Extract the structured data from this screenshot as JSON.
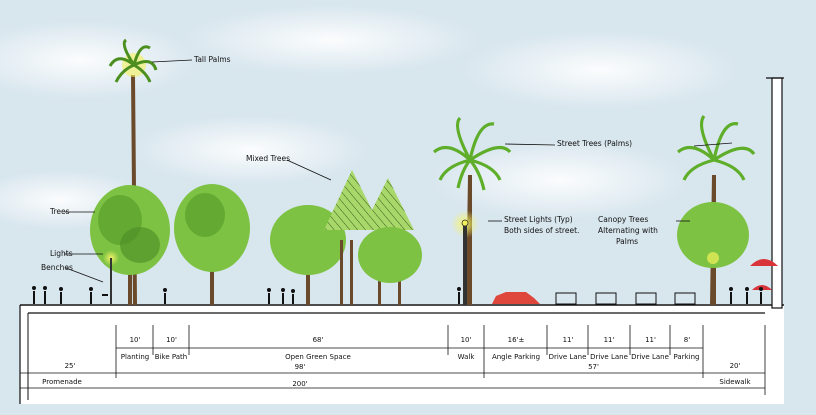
{
  "labels": {
    "tall_palms": "Tall Palms",
    "mixed_trees": "Mixed Trees",
    "trees": "Trees",
    "lights": "Lights",
    "benches": "Benches",
    "street_trees": "Street Trees (Palms)",
    "street_lights_1": "Street Lights (Typ)",
    "street_lights_2": "Both sides of street.",
    "canopy_1": "Canopy Trees",
    "canopy_2": "Alternating with",
    "canopy_3": "Palms"
  },
  "dimensions": {
    "planting_w": "10'",
    "bike_w": "10'",
    "green_w": "68'",
    "walk_w": "10'",
    "angle_w": "16'±",
    "drive1_w": "11'",
    "drive2_w": "11'",
    "drive3_w": "11'",
    "parking_w": "8'",
    "planting": "Planting",
    "bike_path": "Bike Path",
    "open_green": "Open Green Space",
    "walk": "Walk",
    "angle_parking": "Angle Parking",
    "drive1": "Drive Lane",
    "drive2": "Drive Lane",
    "drive3": "Drive Lane",
    "parking": "Parking",
    "promenade_w": "25'",
    "middle_w": "98'",
    "street_w": "57'",
    "sidewalk_w": "20'",
    "promenade": "Promenade",
    "sidewalk": "Sidewalk",
    "total_w": "200'"
  },
  "colors": {
    "sky": "#cfe0ea",
    "foliage": "#7dc242",
    "foliage_dark": "#3f7a1e",
    "palm": "#8ccf3a",
    "trunk": "#6b4a2b",
    "glow": "#f3f15a",
    "car": "#e0473c",
    "umbrella": "#d9343a"
  }
}
